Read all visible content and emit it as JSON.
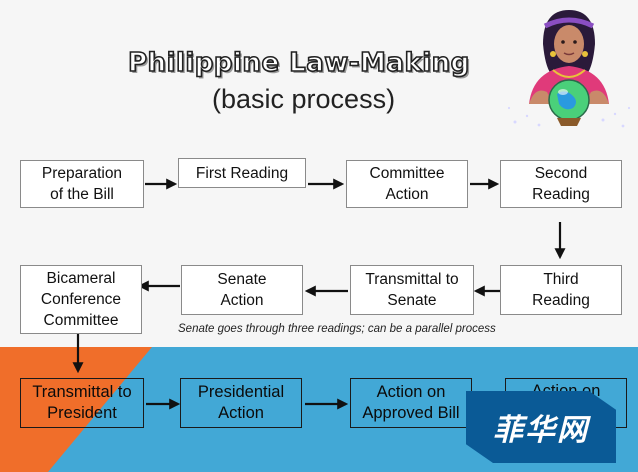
{
  "title": "Philippine Law-Making",
  "subtitle": "(basic process)",
  "note": "Senate goes through three readings; can be a parallel process",
  "boxes": {
    "b1": "Preparation\nof the Bill",
    "b2": "First Reading",
    "b3": "Committee\nAction",
    "b4": "Second\nReading",
    "b5": "Bicameral\nConference\nCommittee",
    "b6": "Senate\nAction",
    "b7": "Transmittal to\nSenate",
    "b8": "Third\nReading",
    "b9": "Transmittal to\nPresident",
    "b10": "Presidential\nAction",
    "b11": "Action on\nApproved Bill",
    "b12": "Action on"
  },
  "watermark": "菲华网",
  "icons": {
    "fortune_teller": "fortune-teller-icon"
  },
  "colors": {
    "band_blue": "#42a8d6",
    "band_orange": "#f06e2a",
    "watermark_bg": "#0a5a96"
  }
}
